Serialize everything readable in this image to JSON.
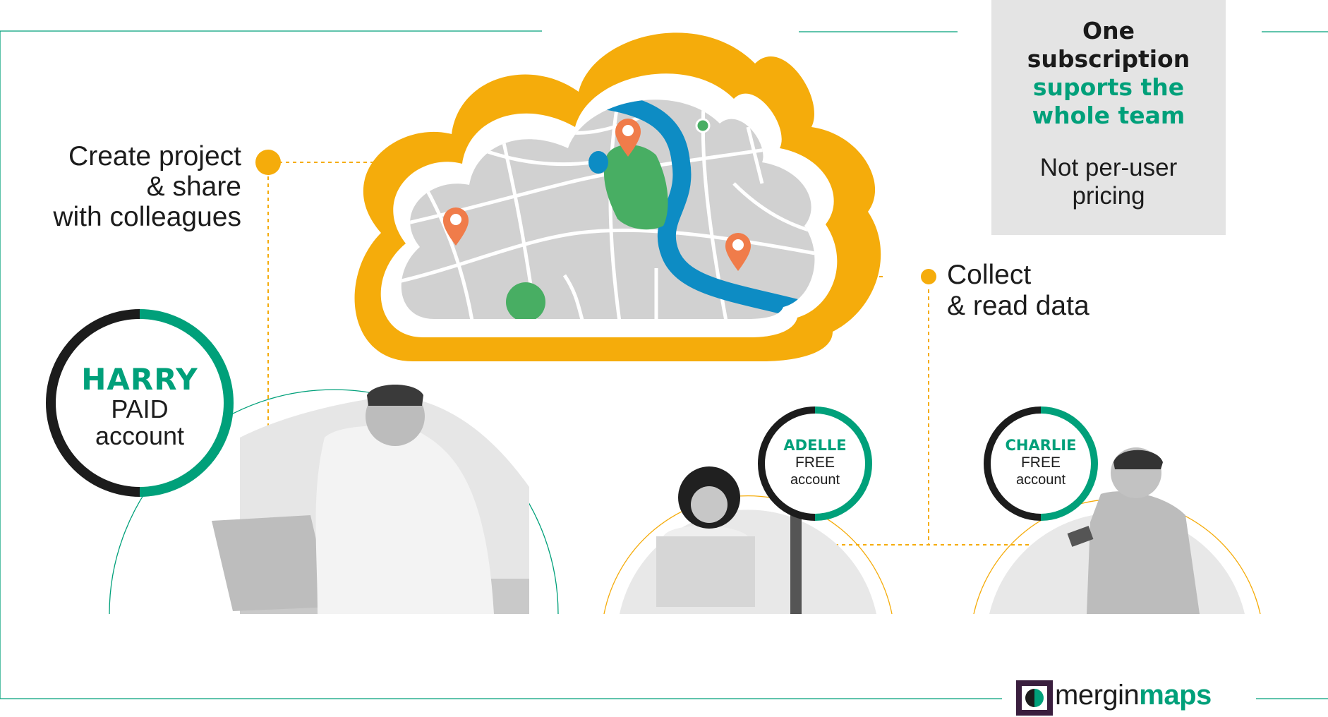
{
  "left_label": {
    "line1": "Create project",
    "line2": "& share",
    "line3": "with colleagues"
  },
  "right_label": {
    "line1": "Collect",
    "line2": "& read data"
  },
  "callout": {
    "bold_dark_1": "One",
    "bold_dark_2": "subscription",
    "bold_green_1": "suports the",
    "bold_green_2": "whole team",
    "normal_1": "Not per-user",
    "normal_2": "pricing"
  },
  "people": {
    "harry": {
      "name": "HARRY",
      "type_1": "PAID",
      "type_2": "account",
      "green_fraction": 0.5
    },
    "adelle": {
      "name": "ADELLE",
      "type_1": "FREE",
      "type_2": "account",
      "green_fraction": 0.5
    },
    "charlie": {
      "name": "CHARLIE",
      "type_1": "FREE",
      "type_2": "account",
      "green_fraction": 0.5
    }
  },
  "logo": {
    "part1": "mergin",
    "part2": "maps"
  },
  "colors": {
    "green": "#00a07a",
    "orange": "#f5ac0b",
    "river": "#0d8cc4",
    "park": "#48ae63",
    "pin": "#f07c4a",
    "map_block": "#d1d1d1",
    "dark": "#1c1c1c"
  },
  "icons": [
    "cloud-icon",
    "map-pin-icon",
    "mergin-maps-logo-icon"
  ]
}
